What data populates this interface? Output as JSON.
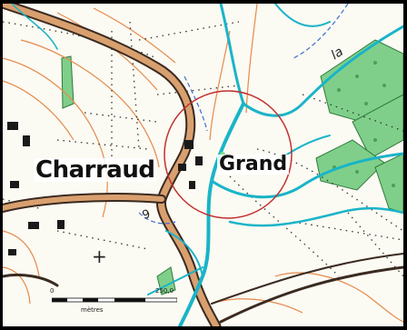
{
  "map": {
    "labels": {
      "charraud": "Charraud",
      "grand": "Grand",
      "la": "la",
      "road_number": "9"
    },
    "scale": {
      "start": "0",
      "end": "250,0",
      "unit": "mètres"
    },
    "colors": {
      "road": "#d9a06f",
      "road_edge": "#3a2a20",
      "water": "#19b4c8",
      "contour": "#e58a4a",
      "forest": "#7fcf8a",
      "circle": "#c0312f",
      "paper": "#fbfaf3"
    },
    "symbols": [
      "crosshair-icon",
      "radius-circle",
      "center-point-icon"
    ]
  }
}
